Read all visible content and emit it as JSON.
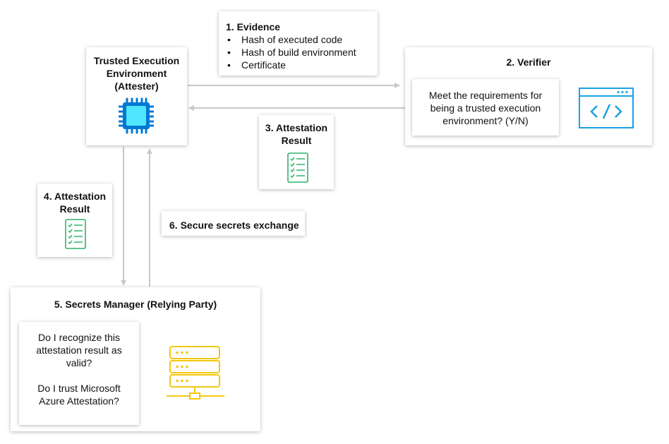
{
  "attester": {
    "title_lines": [
      "Trusted Execution",
      "Environment",
      "(Attester)"
    ],
    "icon": "cpu-chip-icon"
  },
  "evidence": {
    "title": "1. Evidence",
    "items": [
      "Hash of executed code",
      "Hash of build environment",
      "Certificate"
    ]
  },
  "verifier": {
    "title": "2. Verifier",
    "question_lines": [
      "Meet the requirements for",
      "being a trusted execution",
      "environment? (Y/N)"
    ],
    "icon": "code-window-icon"
  },
  "result3": {
    "title_lines": [
      "3. Attestation",
      "Result"
    ],
    "icon": "checklist-icon"
  },
  "result4": {
    "title_lines": [
      "4. Attestation",
      "Result"
    ],
    "icon": "checklist-icon"
  },
  "secrets_exchange": {
    "label": "6. Secure secrets exchange"
  },
  "secrets_manager": {
    "title": "5. Secrets Manager (Relying Party)",
    "question1_lines": [
      "Do I recognize this",
      "attestation result as",
      "valid?"
    ],
    "question2_lines": [
      "Do I trust Microsoft",
      "Azure Attestation?"
    ],
    "icon": "server-icon"
  },
  "colors": {
    "chip": "#0078d4",
    "chip_fill": "#50e6ff",
    "code": "#1ba1e2",
    "check": "#2db36a",
    "server": "#f2c80f",
    "arrow": "#c8c8c8"
  }
}
